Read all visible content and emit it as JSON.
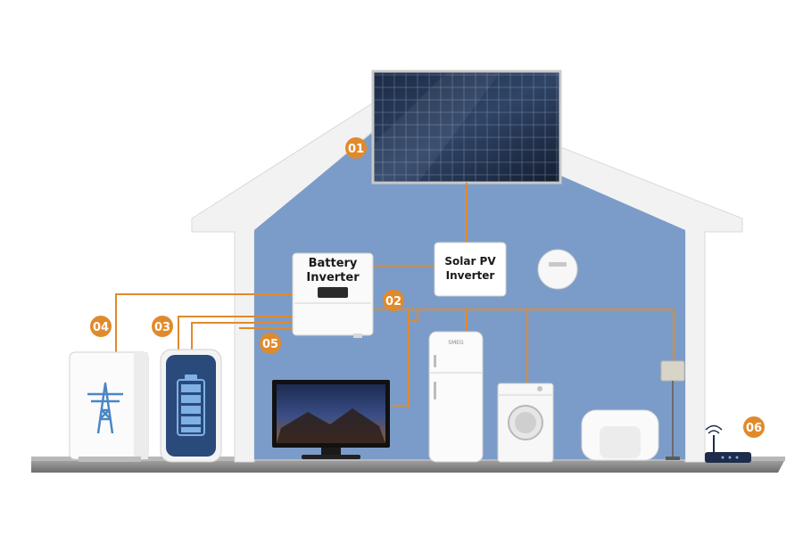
{
  "components": {
    "battery_inverter": {
      "line1": "Battery",
      "line2": "Inverter"
    },
    "solar_inverter": {
      "line1": "Solar PV",
      "line2": "Inverter"
    },
    "fridge_brand": "SMEG"
  },
  "badges": [
    "01",
    "02",
    "03",
    "04",
    "05",
    "06"
  ],
  "colors": {
    "accent": "#e08a2c",
    "wall_interior": "#7b9cc9",
    "house_frame": "#f2f2f2",
    "ground": "#8f8f8f"
  },
  "icons": {
    "grid": "power-tower-icon",
    "battery": "battery-icon",
    "router": "wifi-router-icon"
  }
}
